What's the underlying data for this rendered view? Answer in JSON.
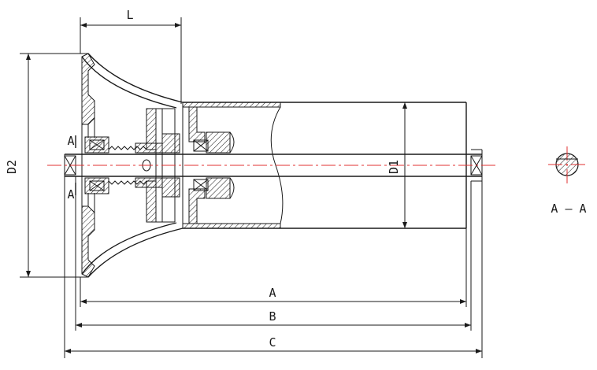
{
  "labels": {
    "L": "L",
    "D2": "D2",
    "D1": "D1",
    "A": "A",
    "B": "B",
    "C": "C",
    "section_mark_top": "A",
    "section_mark_bottom": "A",
    "section_title": "A — A"
  },
  "colors": {
    "line": "#1a1a1a",
    "centerline": "#e03030",
    "background": "#ffffff"
  }
}
